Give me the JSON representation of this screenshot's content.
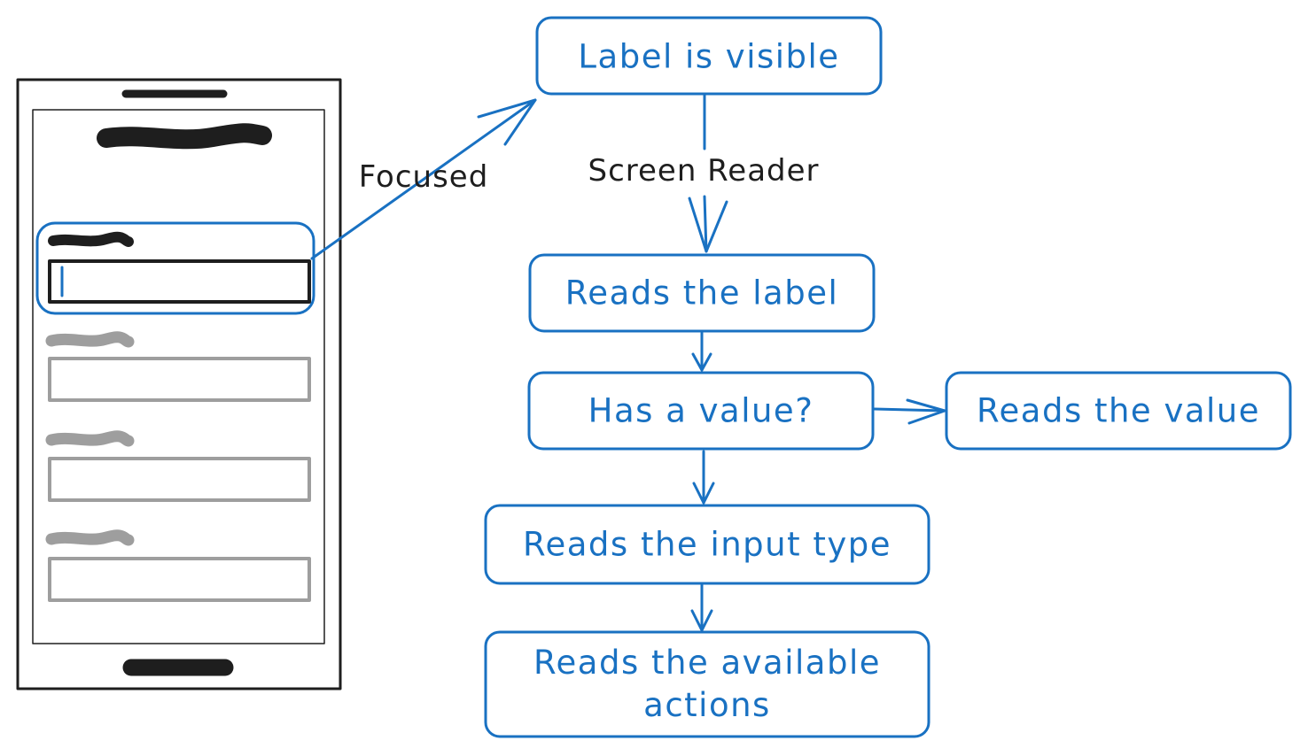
{
  "colors": {
    "accent": "#1971c2",
    "ink": "#1e1e1e",
    "muted": "#9e9e9e",
    "background": "#ffffff"
  },
  "edges": {
    "focused": "Focused",
    "screen_reader": "Screen Reader"
  },
  "nodes": {
    "label_visible": "Label is visible",
    "reads_label": "Reads the label",
    "has_value": "Has a value?",
    "reads_value": "Reads the value",
    "reads_input_type": "Reads the input type",
    "reads_actions": "Reads the available actions"
  },
  "phone": {
    "form_fields": [
      {
        "state": "focused"
      },
      {
        "state": "inactive"
      },
      {
        "state": "inactive"
      },
      {
        "state": "inactive"
      }
    ]
  }
}
